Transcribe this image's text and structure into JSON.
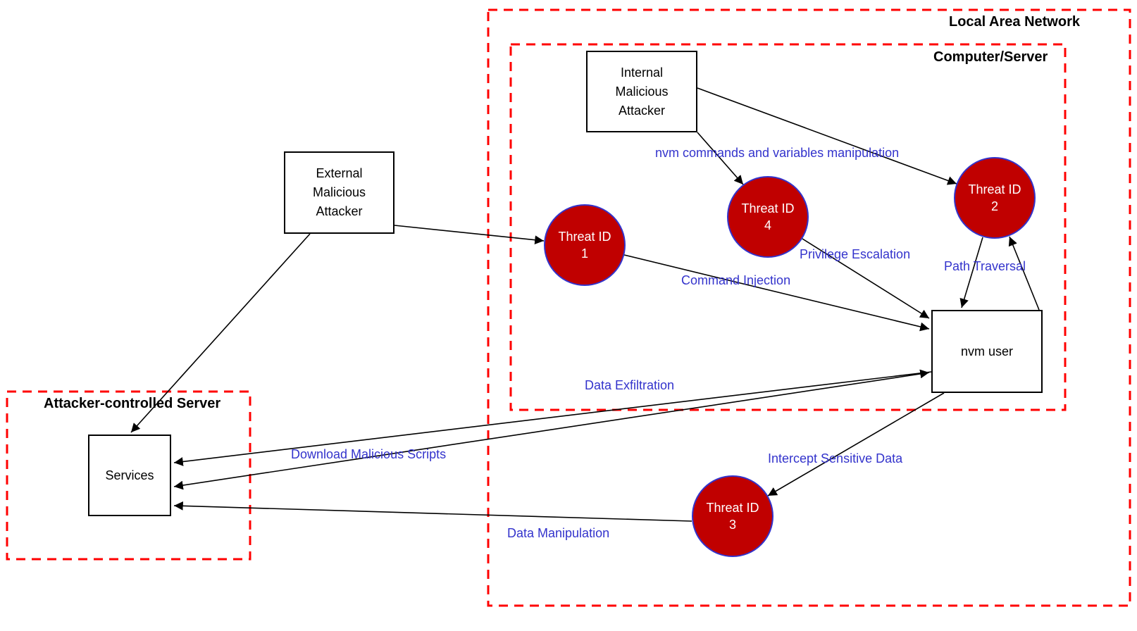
{
  "colors": {
    "boundary_red": "#FF0000",
    "threat_fill": "#C00000",
    "threat_stroke": "#3333CC",
    "edge_label_blue": "#3333CC",
    "line_black": "#000000",
    "node_fill": "#FFFFFF"
  },
  "boundaries": {
    "lan": {
      "label": "Local Area Network"
    },
    "computer": {
      "label": "Computer/Server"
    },
    "attacker_server": {
      "label": "Attacker-controlled Server"
    }
  },
  "nodes": {
    "internal_attacker": {
      "label": "Internal Malicious Attacker"
    },
    "external_attacker": {
      "label": "External Malicious Attacker"
    },
    "nvm_user": {
      "label": "nvm user"
    },
    "services": {
      "label": "Services"
    },
    "threat1": {
      "label": "Threat ID 1"
    },
    "threat2": {
      "label": "Threat ID 2"
    },
    "threat3": {
      "label": "Threat ID 3"
    },
    "threat4": {
      "label": "Threat ID 4"
    }
  },
  "edges": {
    "nvm_commands": {
      "label": "nvm commands and variables manipulation"
    },
    "privilege_escalation": {
      "label": "Privilege Escalation"
    },
    "path_traversal": {
      "label": "Path Traversal"
    },
    "command_injection": {
      "label": "Command Injection"
    },
    "data_exfiltration": {
      "label": "Data Exfiltration"
    },
    "download_scripts": {
      "label": "Download Malicious Scripts"
    },
    "intercept_data": {
      "label": "Intercept Sensitive Data"
    },
    "data_manipulation": {
      "label": "Data Manipulation"
    }
  }
}
